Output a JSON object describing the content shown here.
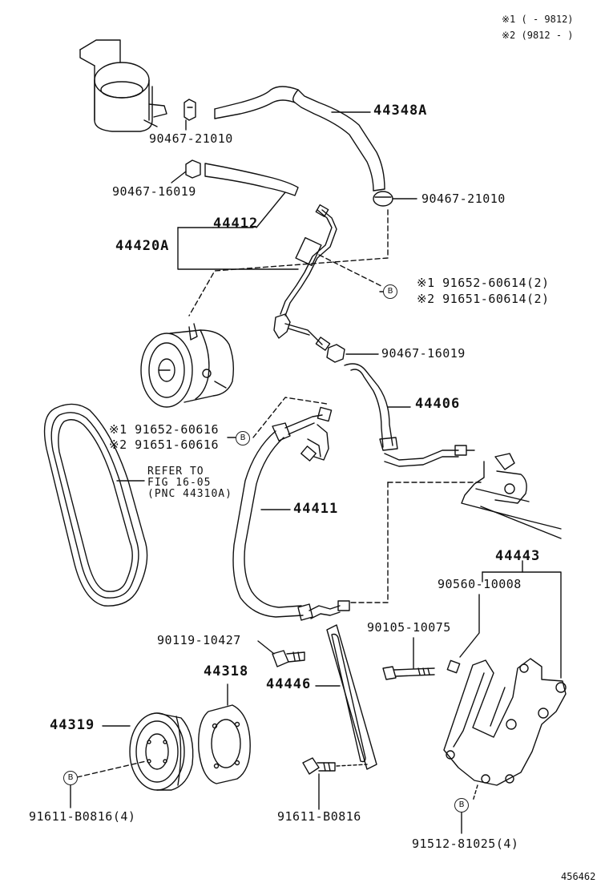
{
  "legend": {
    "line1": "※1 (       - 9812)",
    "line2": "※2 (9812 -       )"
  },
  "labels": {
    "hose_44348a": "44348A",
    "clamp_90467_21010_top": "90467-21010",
    "clamp_90467_16019_top": "90467-16019",
    "clamp_90467_21010_right": "90467-21010",
    "hose_44412": "44412",
    "tube_44420a": "44420A",
    "bolt_note_1_top": "※1 91652-60614(2)",
    "bolt_note_2_top": "※2 91651-60614(2)",
    "clamp_90467_16019_mid": "90467-16019",
    "hose_44406": "44406",
    "bolt_note_1_mid": "※1 91652-60616",
    "bolt_note_2_mid": "※2 91651-60616",
    "refer_to_fig": "REFER TO\nFIG 16-05\n(PNC 44310A)",
    "hose_44411": "44411",
    "bracket_44443": "44443",
    "bolt_90560_10008": "90560-10008",
    "bolt_90105_10075": "90105-10075",
    "bolt_90119_10427": "90119-10427",
    "plate_44318": "44318",
    "bar_44446": "44446",
    "pulley_44319": "44319",
    "bolt_91611_b0816_4": "91611-B0816(4)",
    "bolt_91611_b0816": "91611-B0816",
    "bolt_91512_81025_4": "91512-81025(4)",
    "illustration_id": "456462"
  },
  "callouts": {
    "letter": "B"
  },
  "colors": {
    "ink": "#111111",
    "paper": "#ffffff"
  }
}
